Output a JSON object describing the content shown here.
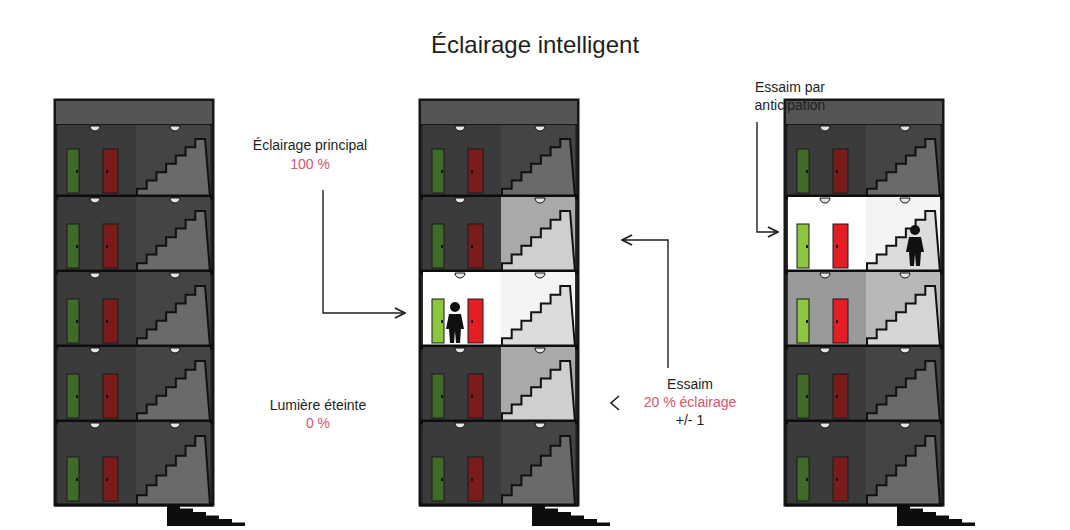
{
  "diagram": {
    "title": "Éclairage intelligent",
    "labels": [
      "Éclairage principal",
      "100 %",
      "Essaim par anticipation",
      "Essaim",
      "20 % éclairage",
      "+/- 1",
      "Lumière éteinte",
      "0 %"
    ]
  }
}
